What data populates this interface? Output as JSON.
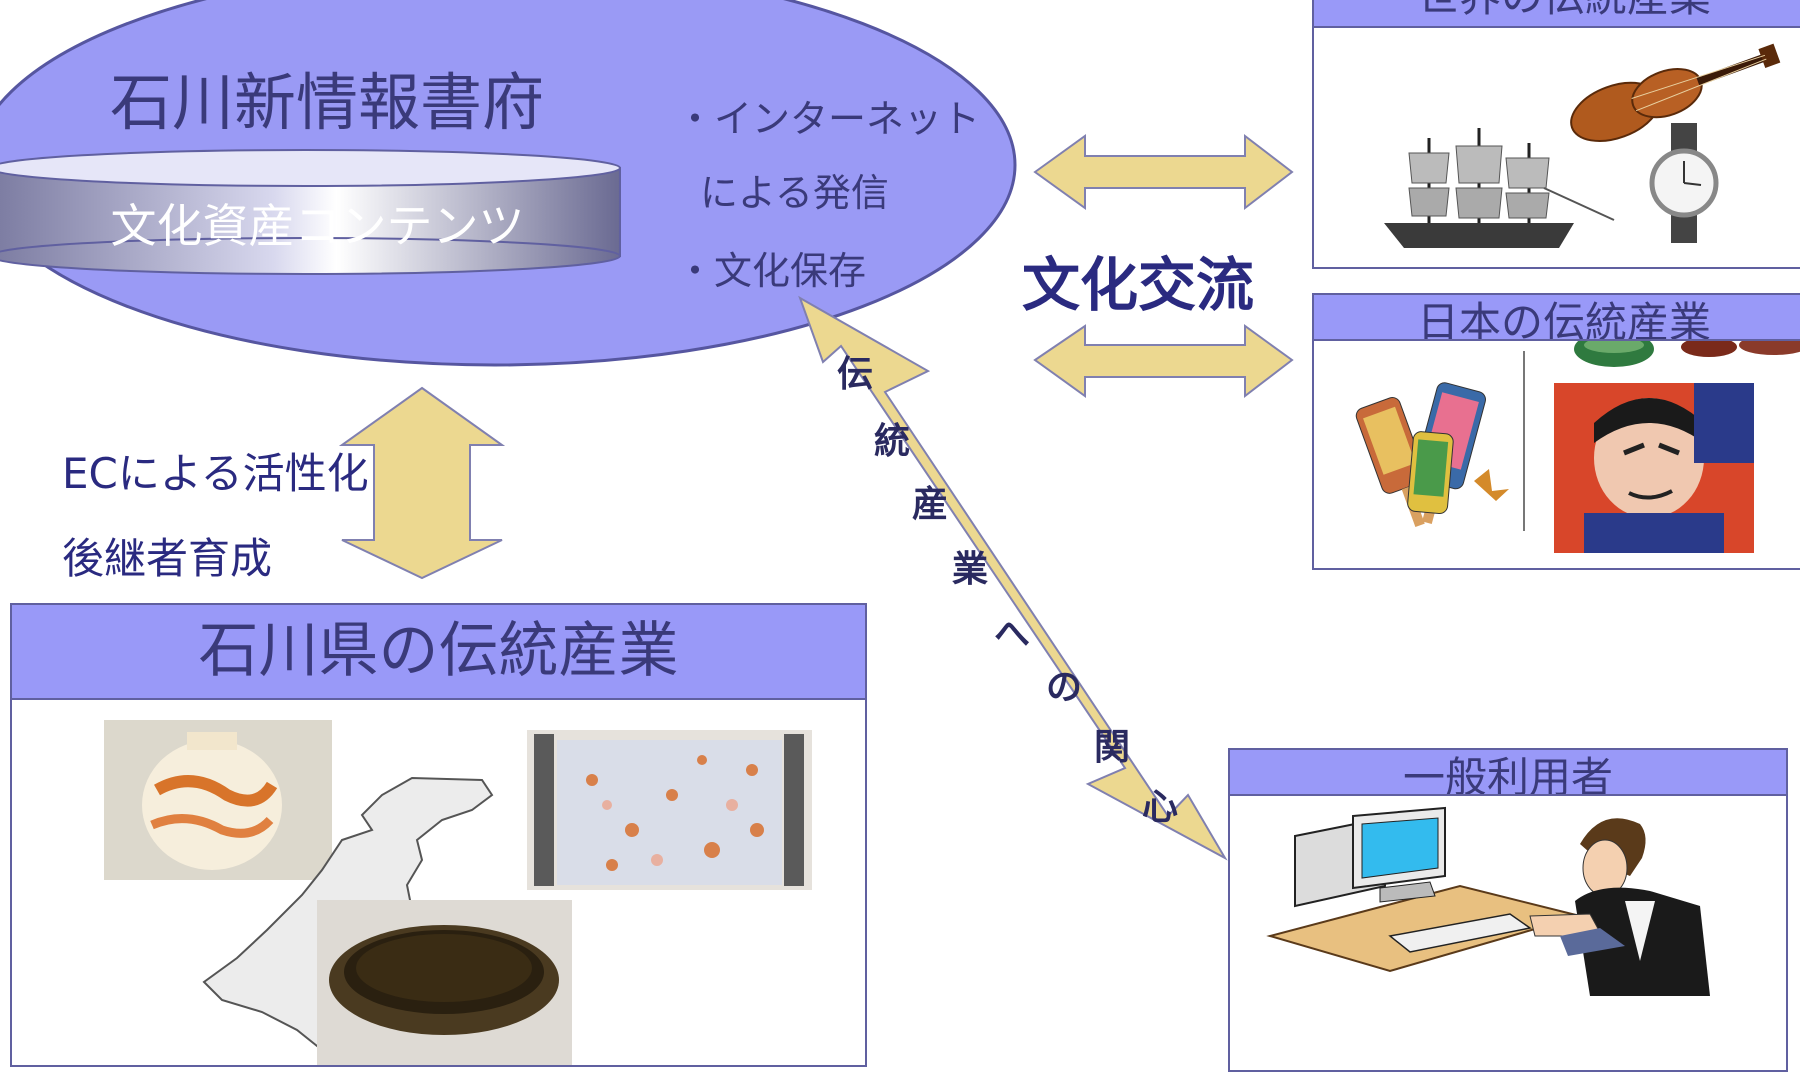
{
  "hub": {
    "title": "石川新情報書府",
    "content_label": "文化資産コンテンツ",
    "bullets": [
      "・インターネット",
      "による発信",
      "・文化保存"
    ]
  },
  "exchange_label": "文化交流",
  "revitalization": {
    "line1": "ECによる活性化",
    "line2": "後継者育成"
  },
  "diagonal_label": [
    "伝",
    "統",
    "産",
    "業",
    "へ",
    "の",
    "関",
    "心"
  ],
  "panels": {
    "world": {
      "title": "世界の伝統産業",
      "images": [
        "violin",
        "sailing-ship",
        "wristwatch"
      ]
    },
    "japan": {
      "title": "日本の伝統産業",
      "images": [
        "hagoita-paddles",
        "ceramic-bowls",
        "kabuki-ukiyoe-portrait"
      ]
    },
    "ishikawa": {
      "title": "石川県の伝統産業",
      "images": [
        "kutani-vase",
        "ishikawa-map",
        "kimono-textile",
        "lacquer-tray"
      ]
    },
    "user": {
      "title": "一般利用者",
      "images": [
        "person-at-computer"
      ]
    }
  },
  "colors": {
    "ellipse_fill": "#9a9af5",
    "panel_header": "#9999f8",
    "arrow_fill": "#ecd890",
    "arrow_stroke": "#8080b0",
    "cylinder_gradient": [
      "#8a8ab0",
      "#ffffff",
      "#6e6e96"
    ]
  }
}
